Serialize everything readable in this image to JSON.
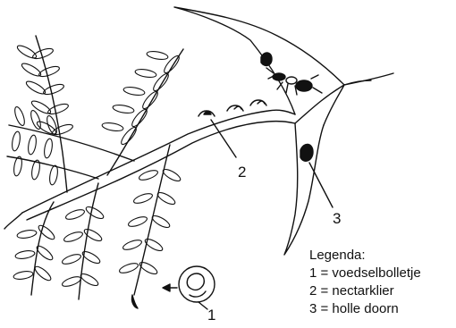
{
  "callouts": {
    "c1": "1",
    "c2": "2",
    "c3": "3"
  },
  "legend": {
    "title": "Legenda:",
    "items": [
      "1 = voedselbolletje",
      "2 = nectarklier",
      "3 = holle doorn"
    ]
  }
}
